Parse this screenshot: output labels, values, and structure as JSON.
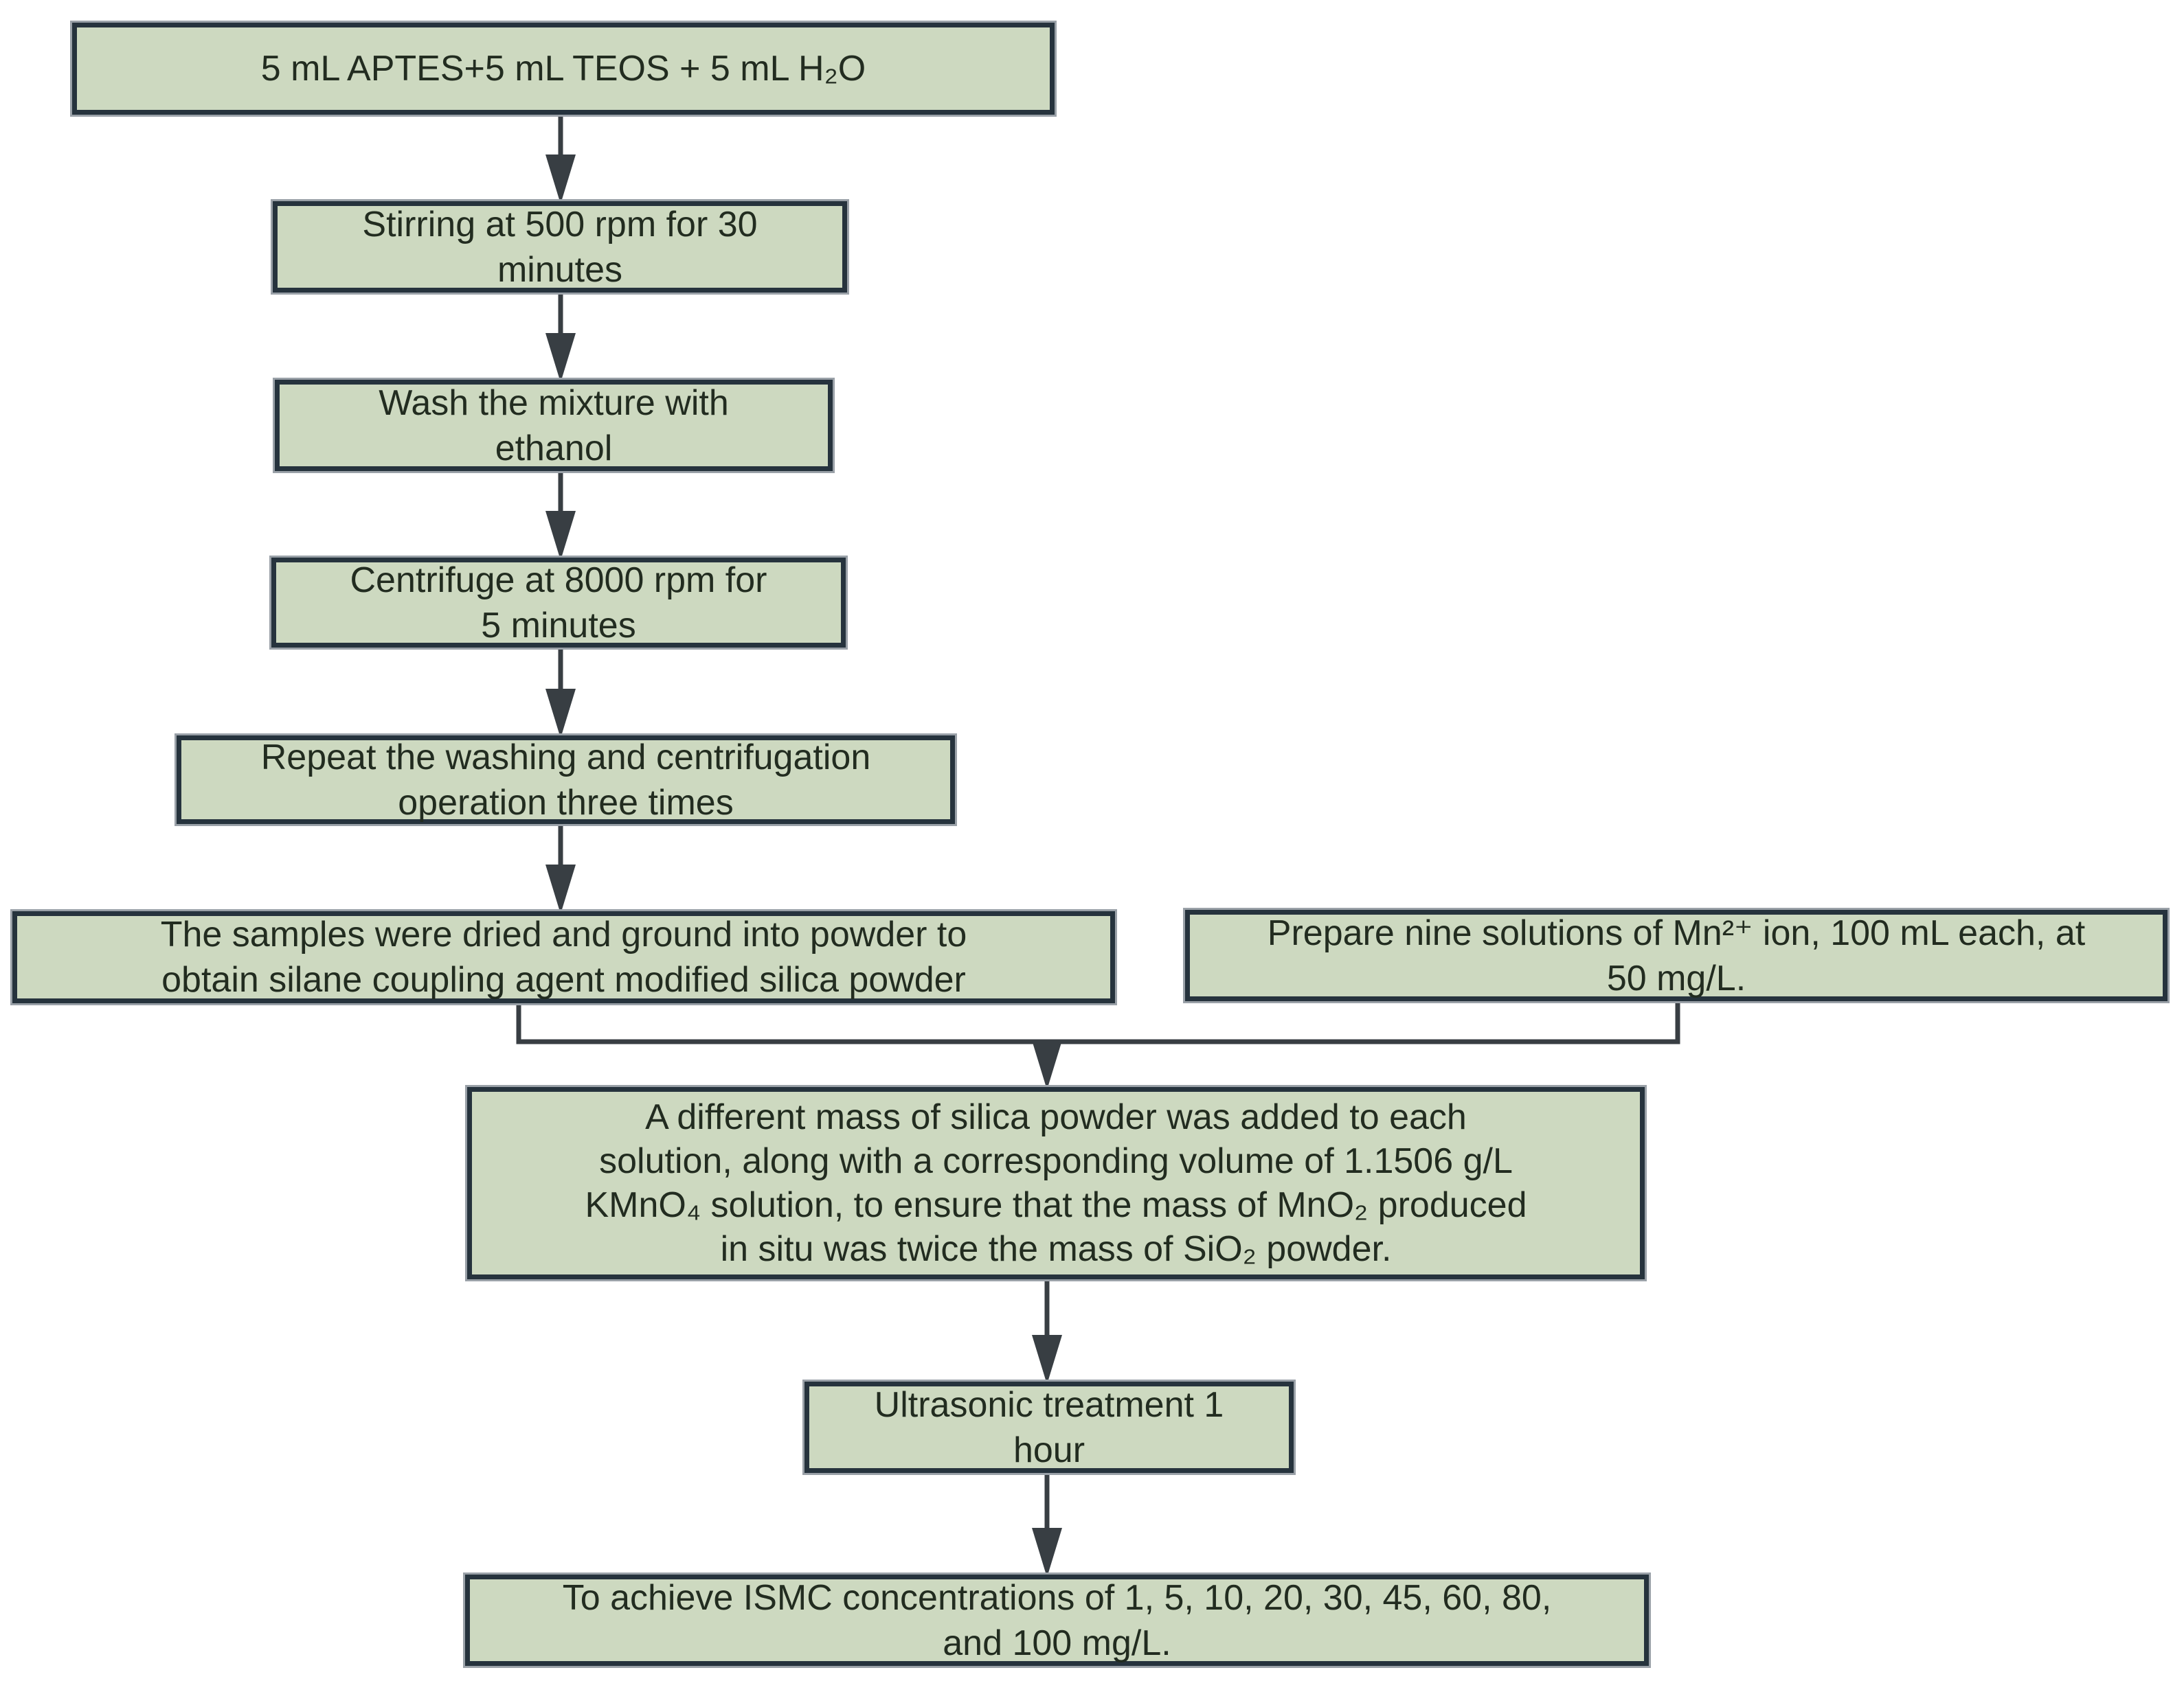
{
  "diagram": {
    "type": "flowchart",
    "style": {
      "background": "#ffffff",
      "box_fill": "#cdd9c0",
      "box_border": "#26333d",
      "box_outline": "#9aa1a8",
      "text_color": "#222c20",
      "arrow_color": "#383e43"
    },
    "nodes": [
      {
        "id": "reagents",
        "label": "5 mL APTES+5 mL TEOS + 5 mL H₂O"
      },
      {
        "id": "stirring",
        "label": "Stirring at 500 rpm for 30\nminutes"
      },
      {
        "id": "wash",
        "label": "Wash the mixture with\nethanol"
      },
      {
        "id": "centrifuge",
        "label": "Centrifuge at 8000 rpm for\n5 minutes"
      },
      {
        "id": "repeat",
        "label": "Repeat the washing and centrifugation\noperation three times"
      },
      {
        "id": "dry-grind",
        "label": "The samples were dried and ground into powder to\nobtain silane coupling agent modified silica powder"
      },
      {
        "id": "prepare-solutions",
        "label": "Prepare nine solutions of Mn²⁺ ion, 100 mL each, at\n50 mg/L."
      },
      {
        "id": "add-silica-kmno4",
        "label": "A different mass of silica powder was added to each\nsolution, along with a corresponding volume of 1.1506 g/L\nKMnO₄ solution, to ensure that the mass of MnO₂ produced\nin situ was twice the mass of SiO₂ powder."
      },
      {
        "id": "ultrasonic",
        "label": "Ultrasonic treatment 1\nhour"
      },
      {
        "id": "ismc-concentrations",
        "label": "To achieve ISMC concentrations of 1, 5, 10, 20, 30, 45, 60, 80,\nand 100 mg/L."
      }
    ],
    "edges": [
      "reagents -> stirring",
      "stirring -> wash",
      "wash -> centrifuge",
      "centrifuge -> repeat",
      "repeat -> dry-grind",
      "dry-grind -> add-silica-kmno4",
      "prepare-solutions -> add-silica-kmno4",
      "add-silica-kmno4 -> ultrasonic",
      "ultrasonic -> ismc-concentrations"
    ]
  }
}
